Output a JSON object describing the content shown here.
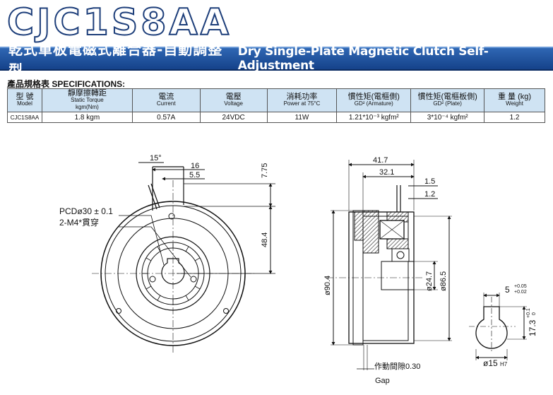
{
  "title": "CJC1S8AA",
  "banner": {
    "zh": "乾式單板電磁式離合器-自動調整型",
    "en": "Dry Single-Plate Magnetic Clutch Self-Adjustment"
  },
  "spec_title": "產品規格表 SPECIFICATIONS:",
  "table": {
    "headers": [
      {
        "zh": "型 號",
        "en": "Model",
        "en2": ""
      },
      {
        "zh": "靜摩擦轉距",
        "en": "Static Torque",
        "en2": "kgm(Nm)"
      },
      {
        "zh": "電流",
        "en": "Current",
        "en2": ""
      },
      {
        "zh": "電壓",
        "en": "Voltage",
        "en2": ""
      },
      {
        "zh": "消耗功率",
        "en": "Power at 75°C",
        "en2": ""
      },
      {
        "zh": "慣性矩(電樞側)",
        "en": "GD² (Armature)",
        "en2": ""
      },
      {
        "zh": "慣性矩(電樞板側)",
        "en": "GD² (Plate)",
        "en2": ""
      },
      {
        "zh": "重 量 (kg)",
        "en": "Weight",
        "en2": ""
      }
    ],
    "row": [
      "CJC1S8AA",
      "1.8 kgm",
      "0.57A",
      "24VDC",
      "11W",
      "1.21*10⁻³ kgfm²",
      "3*10⁻⁴ kgfm²",
      "1.2"
    ]
  },
  "drawing": {
    "front": {
      "angle": "15°",
      "d16": "16",
      "d5_5": "5.5",
      "d7_75": "7.75",
      "d48_4": "48.4",
      "pcd": "PCDø30 ± 0.1",
      "holes": "2-M4*貫穿"
    },
    "side": {
      "d41_7": "41.7",
      "d32_1": "32.1",
      "d1_5": "1.5",
      "d1_2": "1.2",
      "d90_4": "ø90.4",
      "d24_7": "ø24.7",
      "d86_5": "ø86.5",
      "gap": "作動間隙0.30",
      "gap_en": "Gap"
    },
    "keyway": {
      "width": "5",
      "width_tol_upper": "+0.05",
      "width_tol_lower": "+0.02",
      "height": "17.3",
      "height_tol_upper": "+0.1",
      "height_tol_lower": "0",
      "bore": "ø15",
      "bore_fit": "H7"
    }
  }
}
